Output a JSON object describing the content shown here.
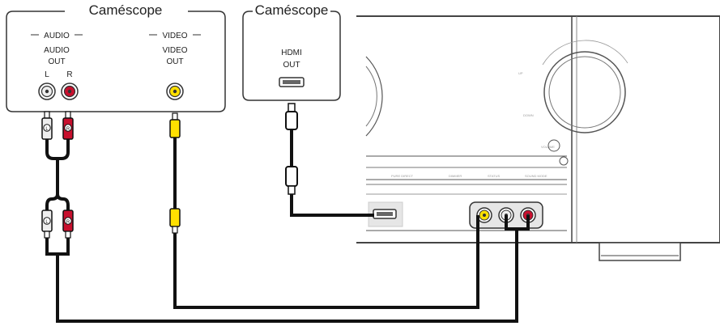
{
  "camcorder_left": {
    "title": "Caméscope",
    "audio_group": "AUDIO",
    "video_group": "VIDEO",
    "audio_out_line1": "AUDIO",
    "audio_out_line2": "OUT",
    "video_out_line1": "VIDEO",
    "video_out_line2": "OUT",
    "channel_left": "L",
    "channel_right": "R"
  },
  "camcorder_right": {
    "title": "Caméscope",
    "hdmi_line1": "HDMI",
    "hdmi_line2": "OUT"
  },
  "plugs": {
    "left_mark": "L",
    "right_mark": "R"
  },
  "receiver": {
    "volume_label": "VOLUME",
    "up_label": "UP",
    "down_label": "DOWN",
    "button_labels": [
      "PURE DIRECT",
      "DIMMER",
      "STATUS",
      "SOUND MODE"
    ]
  },
  "colors": {
    "cable": "#111111",
    "audio_left": "#eeeeee",
    "audio_right": "#c8102e",
    "video": "#ffe000",
    "outline": "#333333"
  }
}
